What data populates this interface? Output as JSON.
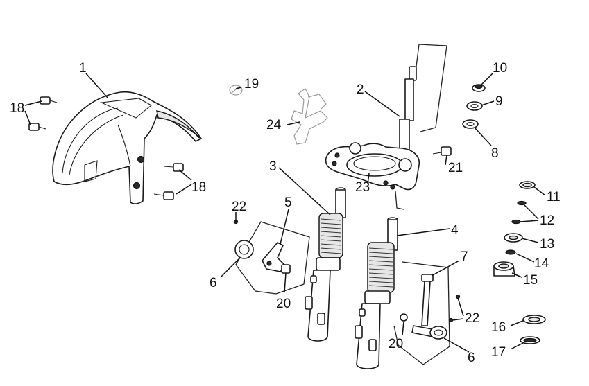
{
  "diagram": {
    "callouts": {
      "c1": "1",
      "c2": "2",
      "c3": "3",
      "c4": "4",
      "c5": "5",
      "c6a": "6",
      "c6b": "6",
      "c7": "7",
      "c8": "8",
      "c9": "9",
      "c10": "10",
      "c11": "11",
      "c12": "12",
      "c13": "13",
      "c14": "14",
      "c15": "15",
      "c16": "16",
      "c17": "17",
      "c18a": "18",
      "c18b": "18",
      "c19": "19",
      "c20a": "20",
      "c20b": "20",
      "c21": "21",
      "c22a": "22",
      "c22b": "22",
      "c23": "23",
      "c24": "24"
    }
  }
}
